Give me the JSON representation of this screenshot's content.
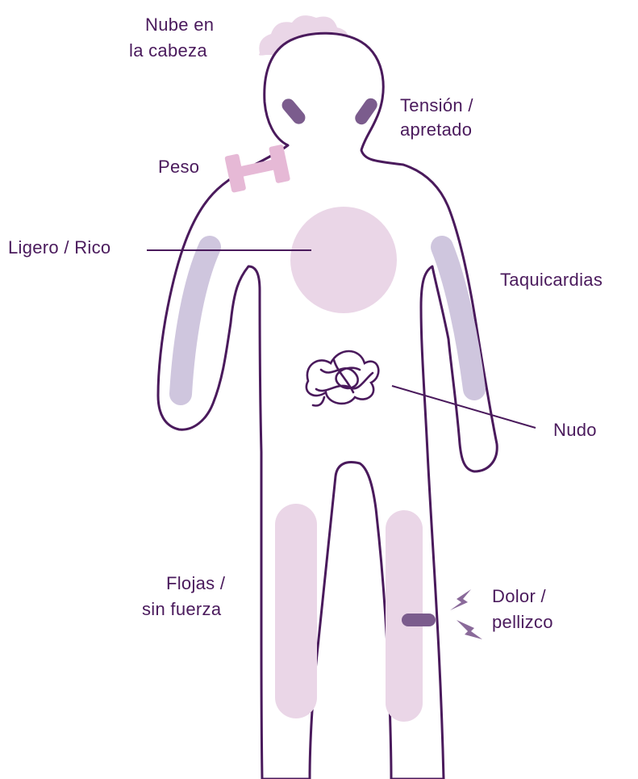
{
  "colors": {
    "outline": "#4a1a5c",
    "text": "#4a1a5c",
    "pink": "#ead6e7",
    "pink_strong": "#e6b9d6",
    "lavender": "#cfc6de",
    "purple": "#8a6a9a",
    "purple_dark": "#7b5c8d"
  },
  "labels": {
    "nube_line1": "Nube en",
    "nube_line2": "la cabeza",
    "tension_line1": "Tensión /",
    "tension_line2": "apretado",
    "peso": "Peso",
    "ligero": "Ligero / Rico",
    "taquicardias": "Taquicardias",
    "nudo": "Nudo",
    "flojas_line1": "Flojas /",
    "flojas_line2": "sin fuerza",
    "dolor_line1": "Dolor /",
    "dolor_line2": "pellizco"
  },
  "icons": [
    "cloud-icon",
    "dumbbell-icon",
    "tangle-icon",
    "lightning-icon"
  ]
}
